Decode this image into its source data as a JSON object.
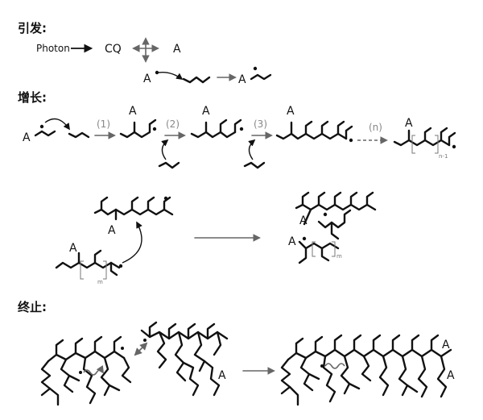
{
  "sections": {
    "initiation": "引发:",
    "propagation": "增长:",
    "termination": "终止:"
  },
  "initiation": {
    "photon": "Photon",
    "cq": "CQ",
    "a": "A"
  },
  "labels": {
    "a": "A"
  },
  "steps": [
    "(1)",
    "(2)",
    "(3)",
    "(n)"
  ],
  "subscripts": {
    "n_minus_1": "n-1",
    "m": "m"
  }
}
